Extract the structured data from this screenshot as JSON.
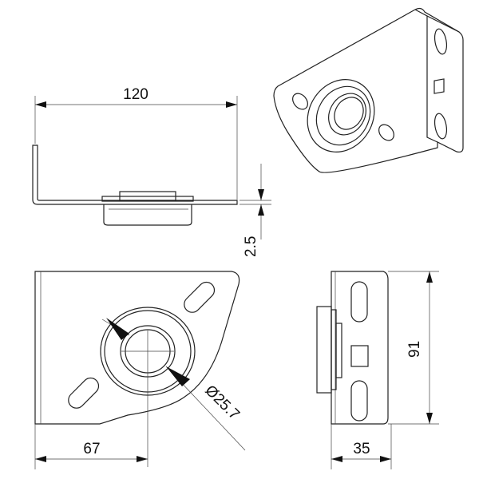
{
  "title": "Bearing bracket technical drawing",
  "dimensions": {
    "width_top": "120",
    "thickness": "2.5",
    "diameter": "Ø25.7",
    "center_offset": "67",
    "height": "91",
    "depth": "35"
  },
  "colors": {
    "line": "#222222",
    "background": "#ffffff"
  }
}
